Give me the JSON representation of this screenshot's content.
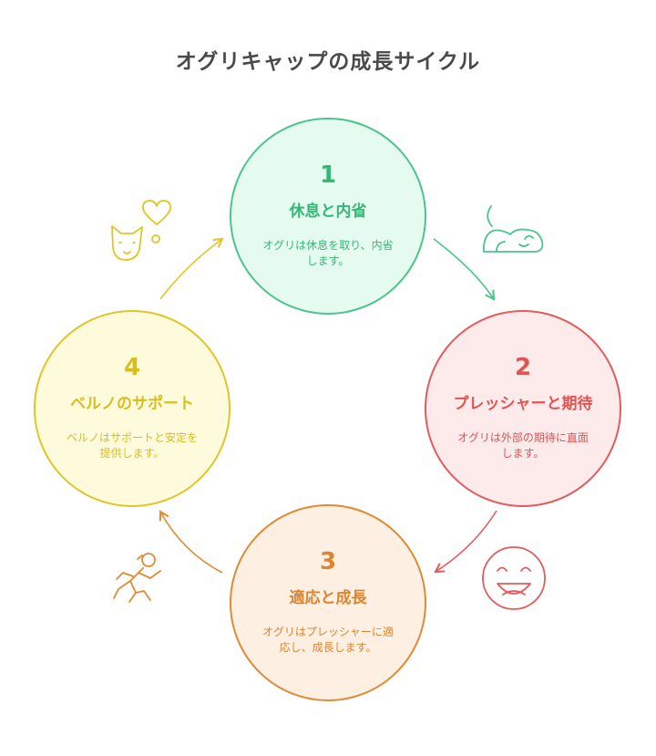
{
  "title": "オグリキャップの成長サイクル",
  "colors": {
    "green": "#4bc58a",
    "red": "#e15c5c",
    "orange": "#df8b34",
    "yellow": "#e0c526"
  },
  "nodes": [
    {
      "number": "1",
      "heading": "休息と内省",
      "description": "オグリは休息を取り、内省します。",
      "icon": "sleeping-dog-icon"
    },
    {
      "number": "2",
      "heading": "プレッシャーと期待",
      "description": "オグリは外部の期待に直面します。",
      "icon": "smiley-face-icon"
    },
    {
      "number": "3",
      "heading": "適応と成長",
      "description": "オグリはプレッシャーに適応し、成長します。",
      "icon": "running-person-icon"
    },
    {
      "number": "4",
      "heading": "ベルノのサポート",
      "description": "ベルノはサポートと安定を提供します。",
      "icon": "cat-with-heart-icon"
    }
  ]
}
